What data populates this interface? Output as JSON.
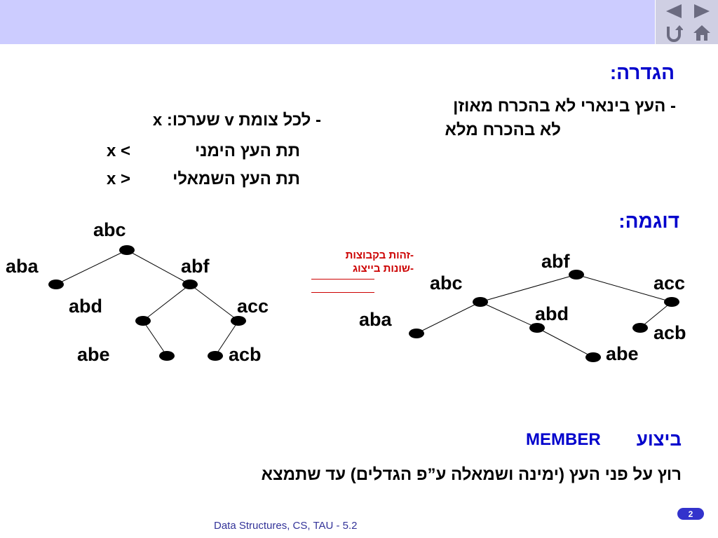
{
  "definition": {
    "heading": "הגדרה:",
    "line1": "- העץ בינארי לא בהכרח מאוזן",
    "line2": "לא בהכרח מלא"
  },
  "rule": {
    "line1": "- לכל צומת v שערכו: x",
    "right_label": "תת העץ הימני",
    "right_expr": "x <",
    "left_label": "תת העץ השמאלי",
    "left_expr": "x >"
  },
  "example": {
    "heading": "דוגמה:",
    "note1": "-זהות בקבוצות",
    "note2": "-שונות בייצוג"
  },
  "tree_left": {
    "nodes": [
      {
        "id": "abc",
        "label": "abc"
      },
      {
        "id": "aba",
        "label": "aba"
      },
      {
        "id": "abf",
        "label": "abf"
      },
      {
        "id": "abd",
        "label": "abd"
      },
      {
        "id": "acc",
        "label": "acc"
      },
      {
        "id": "abe",
        "label": "abe"
      },
      {
        "id": "acb",
        "label": "acb"
      }
    ],
    "edges": [
      [
        "abc",
        "aba"
      ],
      [
        "abc",
        "abf"
      ],
      [
        "abf",
        "abd"
      ],
      [
        "abf",
        "acc"
      ],
      [
        "abd",
        "abe"
      ],
      [
        "acc",
        "acb"
      ]
    ]
  },
  "tree_right": {
    "nodes": [
      {
        "id": "abf",
        "label": "abf"
      },
      {
        "id": "abc",
        "label": "abc"
      },
      {
        "id": "acc",
        "label": "acc"
      },
      {
        "id": "aba",
        "label": "aba"
      },
      {
        "id": "abd",
        "label": "abd"
      },
      {
        "id": "abe",
        "label": "abe"
      },
      {
        "id": "acb",
        "label": "acb"
      }
    ],
    "edges": [
      [
        "abf",
        "abc"
      ],
      [
        "abf",
        "acc"
      ],
      [
        "abc",
        "aba"
      ],
      [
        "abc",
        "abd"
      ],
      [
        "abd",
        "abe"
      ],
      [
        "acc",
        "acb"
      ]
    ]
  },
  "member": {
    "heading_he": "ביצוע",
    "heading_en": "MEMBER",
    "line": "רוץ על פני העץ (ימינה ושמאלה ע”פ הגדלים) עד שתמצא"
  },
  "footer": {
    "text": "Data Structures, CS, TAU - 5.2",
    "page": "2"
  },
  "colors": {
    "header_band": "#ccccff",
    "heading": "#0000cc",
    "note": "#cc0000",
    "footer": "#333399"
  },
  "icons": [
    "prev-arrow-icon",
    "next-arrow-icon",
    "return-icon",
    "home-icon"
  ]
}
